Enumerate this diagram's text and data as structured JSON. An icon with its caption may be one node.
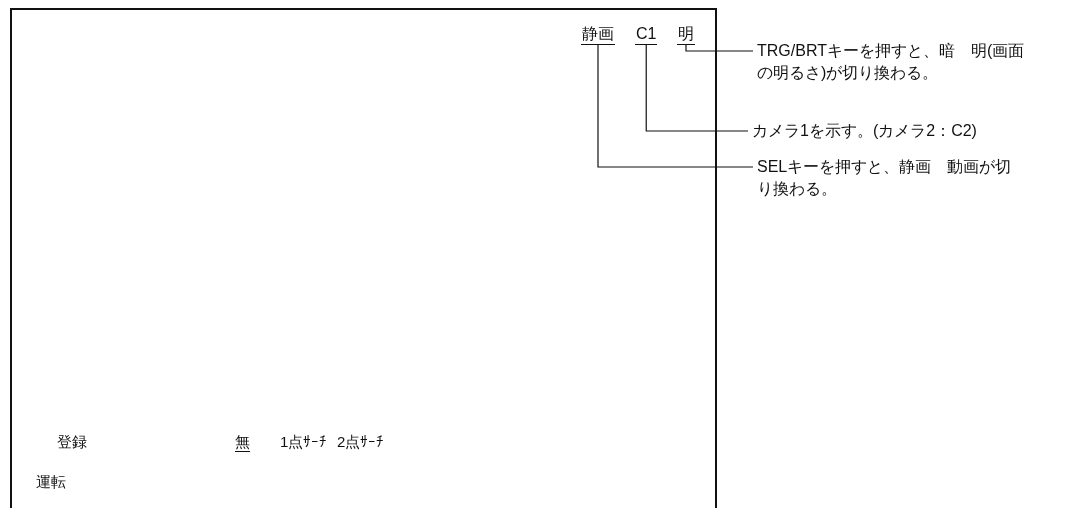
{
  "diagram": {
    "nodes": [
      {
        "text": [],
        "shape": "box"
      },
      {
        "text": [
          "静画"
        ],
        "in": 0
      },
      {
        "text": [
          "C1"
        ],
        "in": 0
      },
      {
        "text": [
          "明"
        ],
        "in": 0
      },
      {
        "text": [
          "TRG/BRTキーを押すと、暗　明(画面の明るさ)が切り換わる。"
        ]
      },
      {
        "text": [
          "カメラ1を示す。(カメラ2：C2)"
        ]
      },
      {
        "text": [
          "SELキーを押すと、静画　動画が切り換わる。"
        ]
      }
    ],
    "edges": [
      {
        "from": 4,
        "to": 3,
        "arrow": "none"
      },
      {
        "from": 5,
        "to": 2,
        "arrow": "none"
      },
      {
        "from": 6,
        "to": 1,
        "arrow": "none"
      }
    ],
    "labels": [
      "登録",
      "無",
      "1点ｻｰﾁ",
      "2点ｻｰﾁ",
      "運転"
    ]
  }
}
